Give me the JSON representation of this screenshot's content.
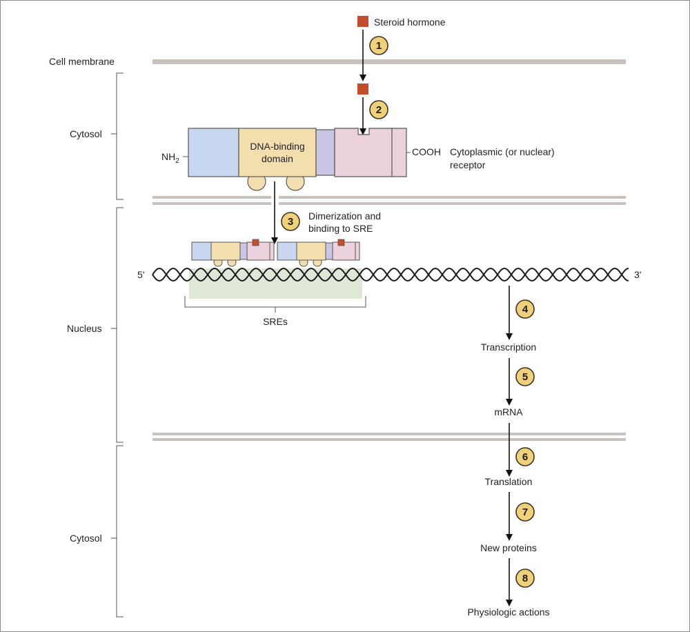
{
  "hormone_label": "Steroid hormone",
  "regions": {
    "cell_membrane": "Cell membrane",
    "cytosol_top": "Cytosol",
    "nucleus": "Nucleus",
    "cytosol_bottom": "Cytosol"
  },
  "receptor": {
    "dna_binding_line1": "DNA-binding",
    "dna_binding_line2": "domain",
    "nh2": "NH",
    "nh2_sub": "2",
    "cooh": "COOH",
    "label_line1": "Cytoplasmic (or nuclear)",
    "label_line2": "receptor"
  },
  "dna": {
    "five_prime": "5'",
    "three_prime": "3'",
    "sre_label": "SREs"
  },
  "steps": [
    {
      "num": "1",
      "label": ""
    },
    {
      "num": "2",
      "label": ""
    },
    {
      "num": "3",
      "label_line1": "Dimerization and",
      "label_line2": "binding to SRE"
    },
    {
      "num": "4",
      "label": "Transcription"
    },
    {
      "num": "5",
      "label": "mRNA"
    },
    {
      "num": "6",
      "label": "Translation"
    },
    {
      "num": "7",
      "label": "New proteins"
    },
    {
      "num": "8",
      "label": "Physiologic actions"
    }
  ],
  "colors": {
    "hormone": "#c24e2c",
    "membrane": "#c8c2be",
    "badge": "#f1d07a",
    "receptor_nterm": "#c8d8f0",
    "receptor_dbd": "#f3dfae",
    "receptor_hinge": "#c9c6e6",
    "receptor_lbd": "#ecd2dc",
    "sre_region": "#dfe7d6"
  }
}
